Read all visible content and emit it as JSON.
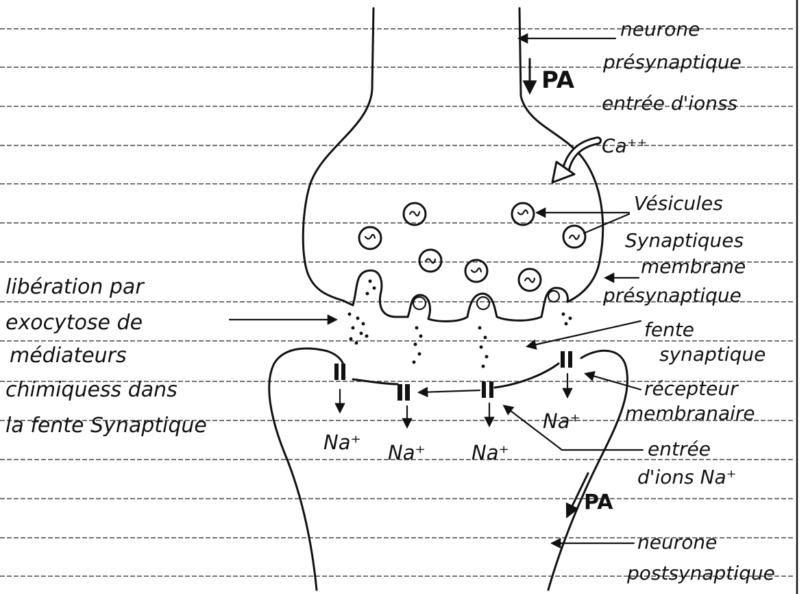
{
  "labels": {
    "pre_neuron_1": "neurone",
    "pre_neuron_2": "présynaptique",
    "pa_top": "PA",
    "ion_entry": "entrée d'ionss",
    "calcium": "Ca⁺⁺",
    "vesicles_1": "Vésicules",
    "vesicles_2": "Synaptiques",
    "membrane_1": "membrane",
    "membrane_2": "présynaptique",
    "cleft_1": "fente",
    "cleft_2": "synaptique",
    "receptor_1": "récepteur",
    "receptor_2": "membranaire",
    "na_entry_1": "entrée",
    "na_entry_2": "d'ions Na⁺",
    "pa_bottom": "PA",
    "post_neuron_1": "neurone",
    "post_neuron_2": "postsynaptique"
  },
  "left_note": [
    "libération par",
    "exocytose de",
    "médiateurs",
    "chimiquess dans",
    "la fente Synaptique"
  ],
  "ions": [
    "Na⁺",
    "Na⁺",
    "Na⁺",
    "Na⁺"
  ],
  "colors": {
    "ink": "#111111",
    "paper": "#ffffff",
    "rule": "#444444"
  }
}
